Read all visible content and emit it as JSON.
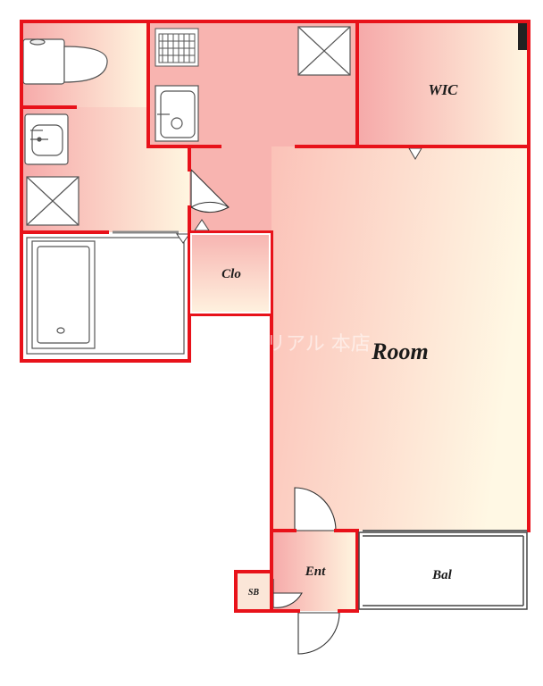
{
  "labels": {
    "wic": "WIC",
    "room": "Room",
    "clo": "Clo",
    "ent": "Ent",
    "bal": "Bal",
    "sb": "SB"
  },
  "watermark": "ミリアル 本店",
  "colors": {
    "wall": "#e8121a",
    "fill_deep": "#f6a9a9",
    "fill_light": "#fff6e0",
    "fixture": "#555555"
  }
}
